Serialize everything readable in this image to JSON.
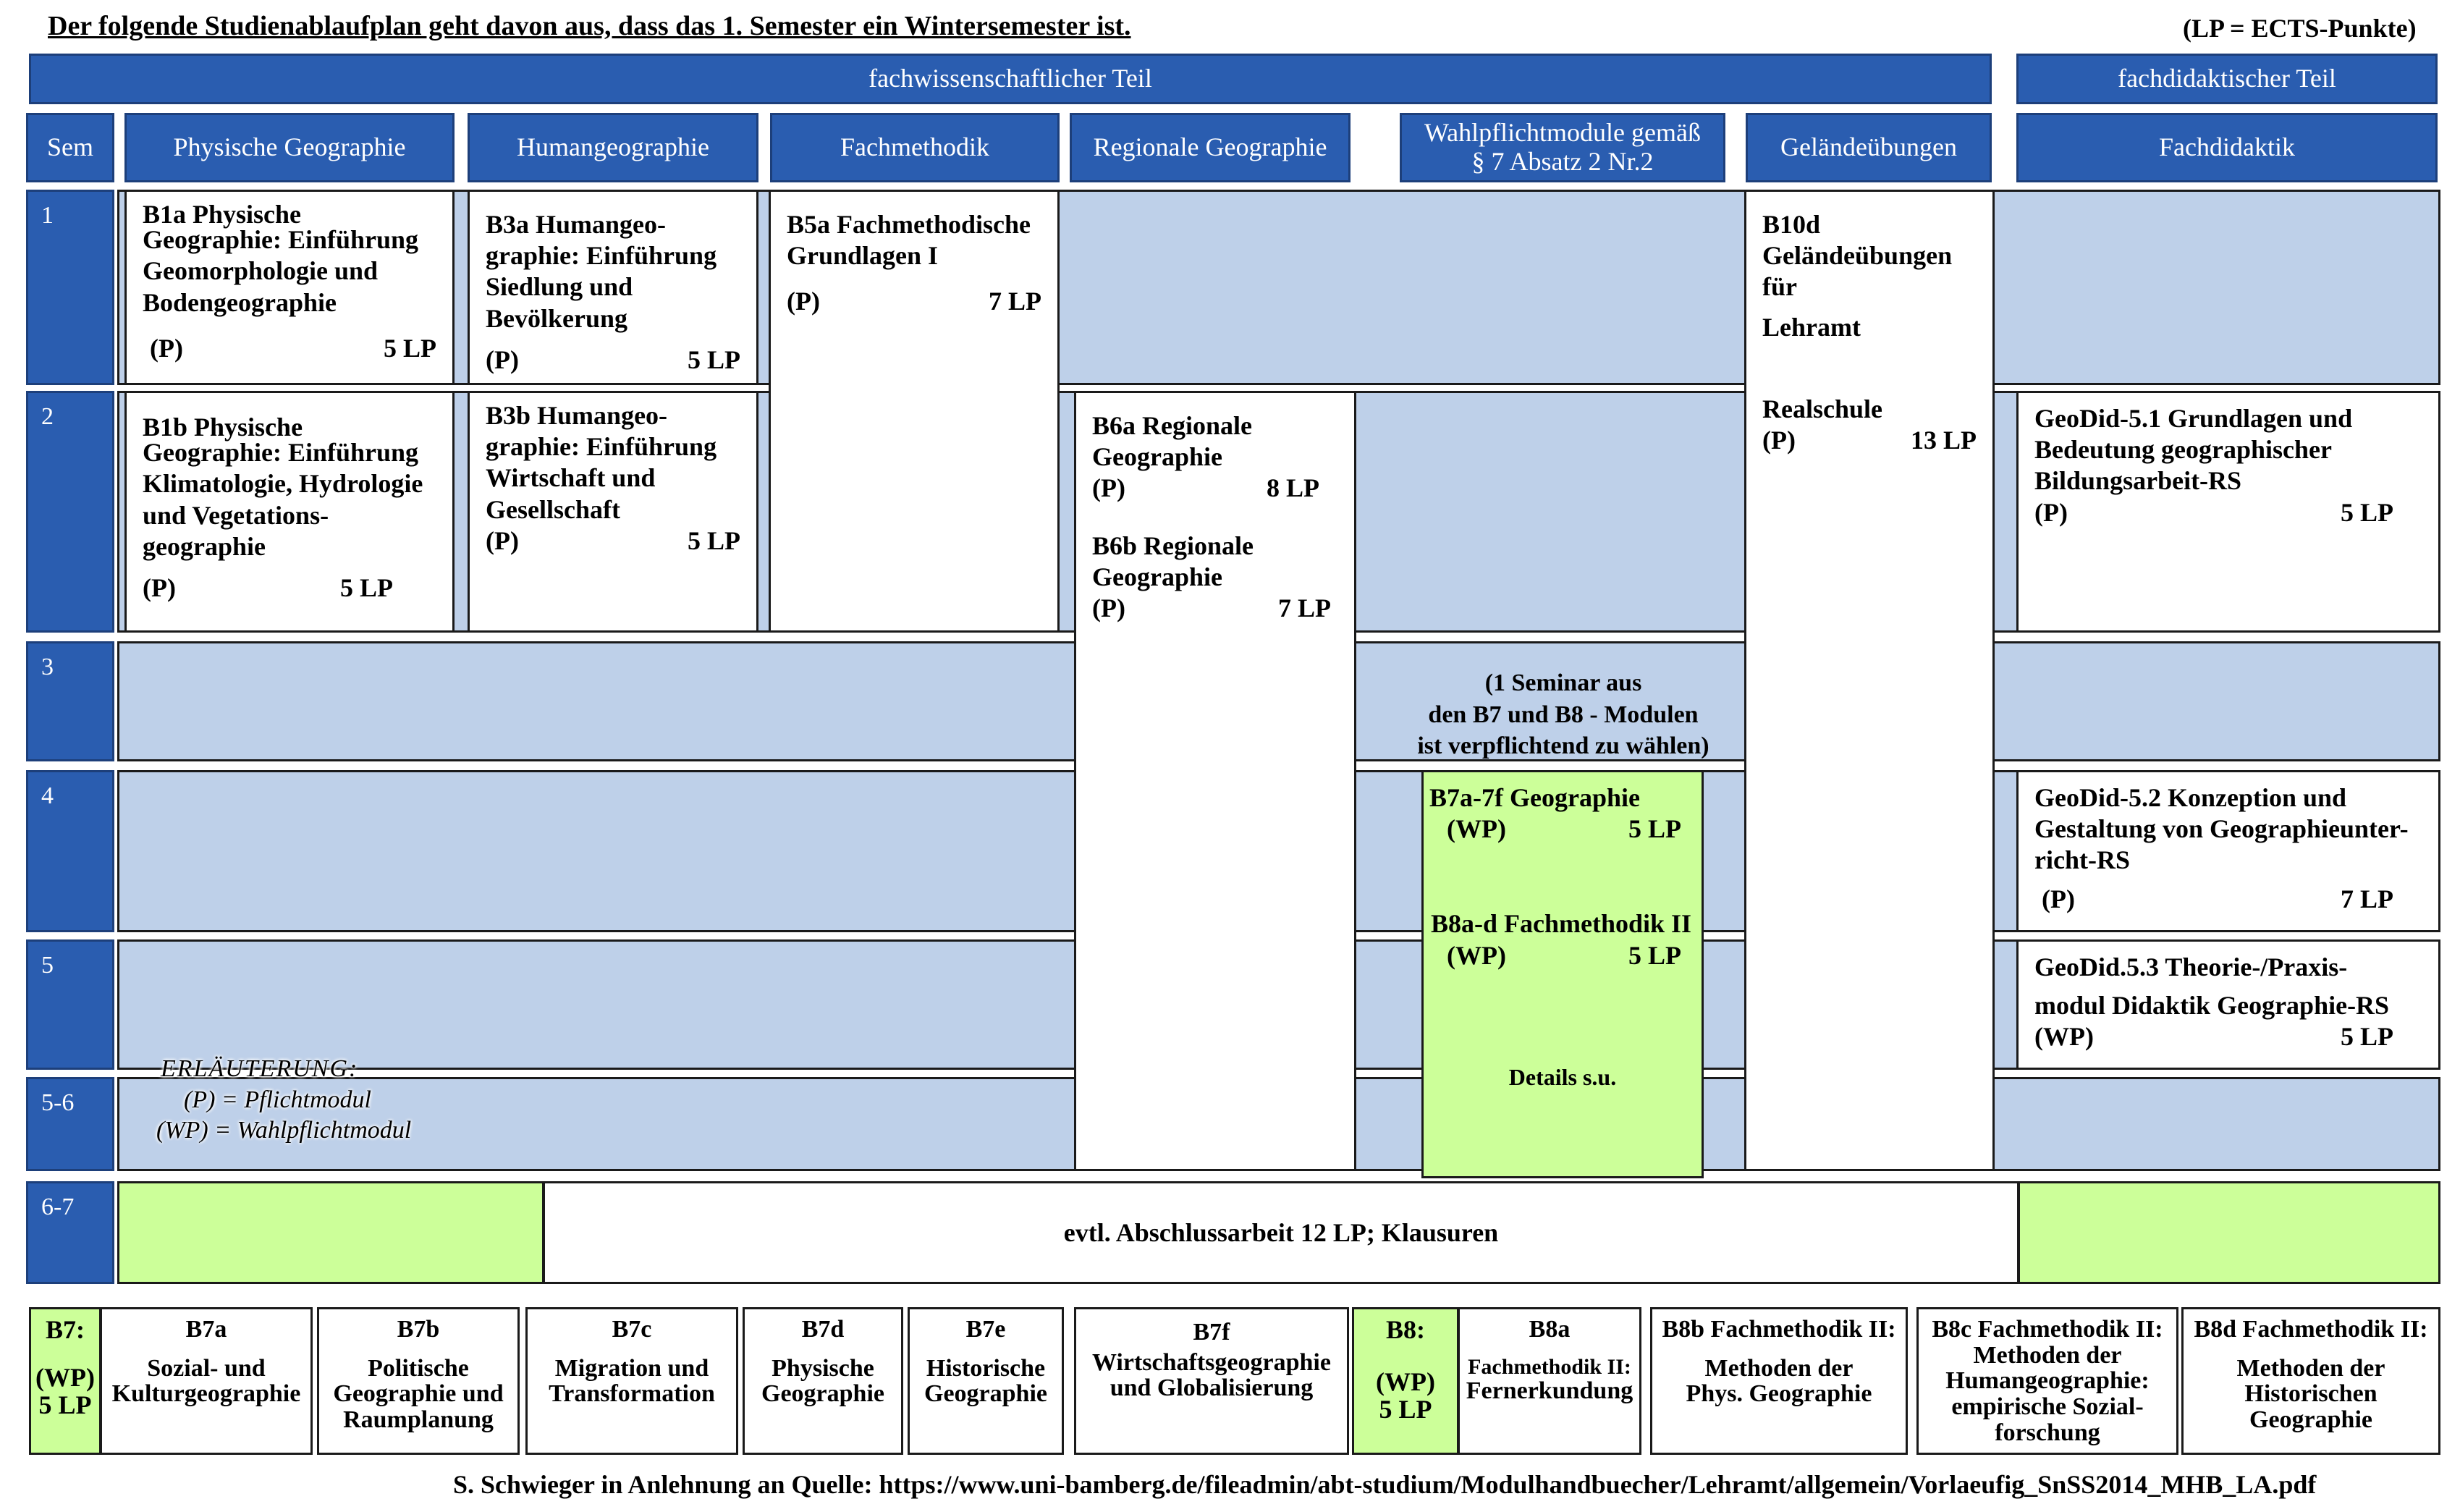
{
  "top": {
    "intro": "Der folgende Studienablaufplan geht davon aus, dass das 1. Semester ein Wintersemester ist.",
    "lp_note": "(LP = ECTS-Punkte)"
  },
  "sections": {
    "fachwissenschaftlich": "fachwissenschaftlicher Teil",
    "fachdidaktisch": "fachdidaktischer Teil"
  },
  "columns": {
    "sem": "Sem",
    "physisch": "Physische Geographie",
    "human": "Humangeographie",
    "fachmethodik": "Fachmethodik",
    "regional": "Regionale Geographie",
    "wahlpflicht_1": "Wahlpflichtmodule gemäß",
    "wahlpflicht_2": "§ 7 Absatz 2 Nr.2",
    "gelaende": "Geländeübungen",
    "fachdidaktik": "Fachdidaktik"
  },
  "semesters": [
    "1",
    "2",
    "3",
    "4",
    "5",
    "5-6",
    "6-7"
  ],
  "modules": {
    "b1a": {
      "l1": "B1a Physische",
      "l2": "Geographie: Einführung",
      "l3": "Geomorphologie und",
      "l4": "Bodengeographie",
      "type": "(P)",
      "lp": "5 LP"
    },
    "b1b": {
      "l1": "B1b Physische",
      "l2": "Geographie: Einführung",
      "l3": "Klimatologie, Hydrologie",
      "l4": "und Vegetations-",
      "l5": "geographie",
      "type": "(P)",
      "lp": "5 LP"
    },
    "b3a": {
      "l1": "B3a Humangeo-",
      "l2": "graphie: Einführung",
      "l3": "Siedlung und",
      "l4": "Bevölkerung",
      "type": "(P)",
      "lp": "5 LP"
    },
    "b3b": {
      "l1": "B3b Humangeo-",
      "l2": "graphie: Einführung",
      "l3": "Wirtschaft und",
      "l4": "Gesellschaft",
      "type": "(P)",
      "lp": "5 LP"
    },
    "b5a": {
      "l1": "B5a Fachmethodische",
      "l2": "Grundlagen I",
      "type": "(P)",
      "lp": "7 LP"
    },
    "b6a": {
      "l1": "B6a Regionale",
      "l2": "Geographie",
      "type": "(P)",
      "lp": "8 LP"
    },
    "b6b": {
      "l1": "B6b Regionale",
      "l2": "Geographie",
      "type": "(P)",
      "lp": "7 LP"
    },
    "b10d": {
      "l1": "B10d",
      "l2": "Geländeübungen",
      "l3": "für",
      "l4": "Lehramt",
      "l5": "Realschule",
      "type": "(P)",
      "lp": "13 LP"
    },
    "geodid51": {
      "l1": "GeoDid-5.1 Grundlagen und",
      "l2": "Bedeutung geographischer",
      "l3": "Bildungsarbeit-RS",
      "type": "(P)",
      "lp": "5 LP"
    },
    "geodid52": {
      "l1": "GeoDid-5.2 Konzeption und",
      "l2": "Gestaltung von Geographieunter-",
      "l3": "richt-RS",
      "type": "(P)",
      "lp": "7 LP"
    },
    "geodid53": {
      "l1": "GeoDid.5.3 Theorie-/Praxis-",
      "l2": "modul Didaktik Geographie-RS",
      "type": "(WP)",
      "lp": "5 LP"
    },
    "seminar_note": {
      "l1": "(1 Seminar aus",
      "l2": "den B7 und B8 - Modulen",
      "l3": "ist verpflichtend zu wählen)"
    },
    "b7": {
      "title": "B7a-7f Geographie",
      "type": "(WP)",
      "lp": "5 LP"
    },
    "b8": {
      "title": "B8a-d Fachmethodik II",
      "type": "(WP)",
      "lp": "5 LP"
    },
    "details": "Details s.u."
  },
  "legend": {
    "title": "ERLÄUTERUNG:",
    "p": "(P) = Pflichtmodul",
    "wp": "(WP) = Wahlpflichtmodul"
  },
  "abschluss": "evtl. Abschlussarbeit 12 LP; Klausuren",
  "bottom": {
    "b7_label": "B7:",
    "b7_wp": "(WP)",
    "b7_lp": "5 LP",
    "b7a": {
      "t": "B7a",
      "s1": "Sozial- und",
      "s2": "Kulturgeographie"
    },
    "b7b": {
      "t": "B7b",
      "s1": "Politische",
      "s2": "Geographie und",
      "s3": "Raumplanung"
    },
    "b7c": {
      "t": "B7c",
      "s1": "Migration und",
      "s2": "Transformation"
    },
    "b7d": {
      "t": "B7d",
      "s1": "Physische",
      "s2": "Geographie"
    },
    "b7e": {
      "t": "B7e",
      "s1": "Historische",
      "s2": "Geographie"
    },
    "b7f": {
      "t": "B7f",
      "s1": "Wirtschaftsgeographie",
      "s2": "und Globalisierung"
    },
    "b8_label": "B8:",
    "b8_wp": "(WP)",
    "b8_lp": "5 LP",
    "b8a": {
      "t": "B8a",
      "s1": "Fachmethodik II:",
      "s2": "Fernerkundung"
    },
    "b8b": {
      "t": "B8b Fachmethodik II:",
      "s1": "Methoden der",
      "s2": "Phys. Geographie"
    },
    "b8c": {
      "t": "B8c Fachmethodik II:",
      "s1": "Methoden der",
      "s2": "Humangeographie:",
      "s3": "empirische Sozial-",
      "s4": "forschung"
    },
    "b8d": {
      "t": "B8d Fachmethodik II:",
      "s1": "Methoden der",
      "s2": "Historischen",
      "s3": "Geographie"
    }
  },
  "source": "S. Schwieger in Anlehnung an Quelle: https://www.uni-bamberg.de/fileadmin/abt-studium/Modulhandbuecher/Lehramt/allgemein/Vorlaeufig_SnSS2014_MHB_LA.pdf",
  "colors": {
    "header_blue": "#2a5db0",
    "band_blue": "#bed0e9",
    "green": "#ccff99"
  }
}
